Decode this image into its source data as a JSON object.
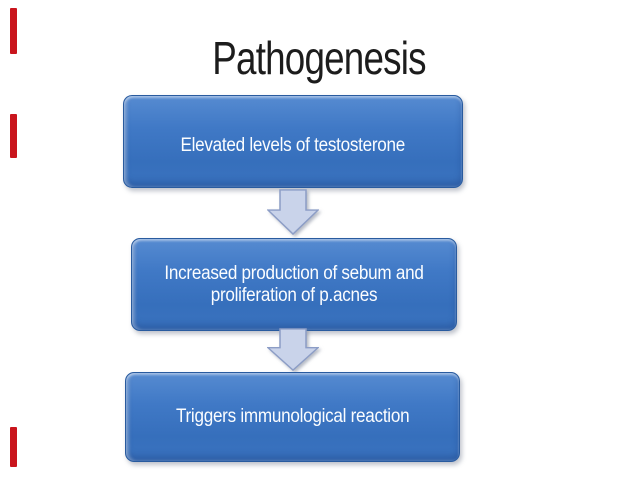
{
  "slide": {
    "title": "Pathogenesis",
    "title_color": "#1c1c1c",
    "background": "#ffffff"
  },
  "flow": {
    "type": "vertical-process-diagram",
    "steps": [
      {
        "label": "Elevated levels of testosterone"
      },
      {
        "label": "Increased production of sebum and proliferation of p.acnes"
      },
      {
        "label": "Triggers immunological reaction"
      }
    ],
    "box_fill_top": "#568bd1",
    "box_fill_bottom": "#3a73bf",
    "box_border": "#295b9f",
    "box_text_color": "#fbfdff",
    "arrow_fill": "#c9d3ea",
    "arrow_stroke": "#8c9dc6"
  },
  "accents": {
    "left_edge_bars_color": "#c9151d",
    "left_edge_bars_count": 3
  }
}
